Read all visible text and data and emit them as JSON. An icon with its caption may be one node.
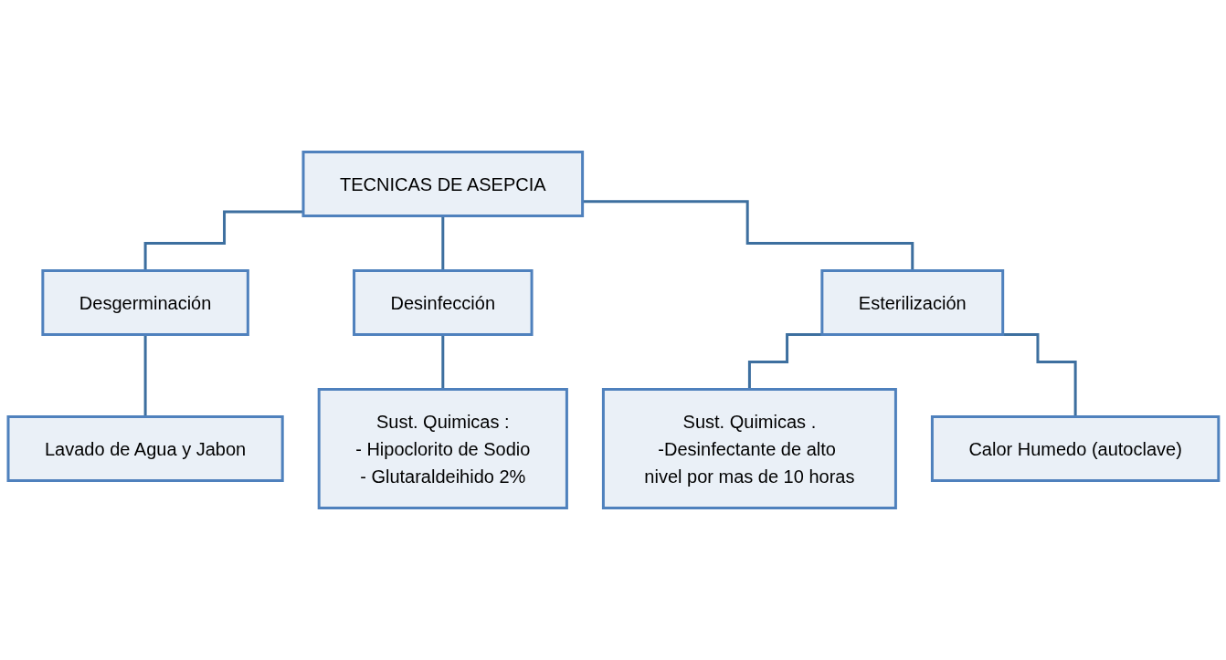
{
  "diagram": {
    "nodes": [
      {
        "text": [
          "TECNICAS DE ASEPCIA"
        ]
      },
      {
        "text": [
          "Desgerminación"
        ]
      },
      {
        "text": [
          "Desinfección"
        ]
      },
      {
        "text": [
          "Esterilización"
        ]
      },
      {
        "text": [
          "Lavado de Agua y Jabon"
        ]
      },
      {
        "text": [
          "Sust. Quimicas :",
          "- Hipoclorito de Sodio",
          "- Glutaraldeihido 2%"
        ]
      },
      {
        "text": [
          "Sust. Quimicas .",
          "-Desinfectante de alto nivel por mas de 10 horas"
        ]
      },
      {
        "text": [
          "Calor Humedo (autoclave)"
        ]
      }
    ],
    "edges": [
      {
        "from": 0,
        "to": 1,
        "arrow": "none"
      },
      {
        "from": 0,
        "to": 2,
        "arrow": "none"
      },
      {
        "from": 0,
        "to": 3,
        "arrow": "none"
      },
      {
        "from": 1,
        "to": 4,
        "arrow": "none"
      },
      {
        "from": 2,
        "to": 5,
        "arrow": "none"
      },
      {
        "from": 3,
        "to": 6,
        "arrow": "none"
      },
      {
        "from": 3,
        "to": 7,
        "arrow": "none"
      }
    ]
  }
}
